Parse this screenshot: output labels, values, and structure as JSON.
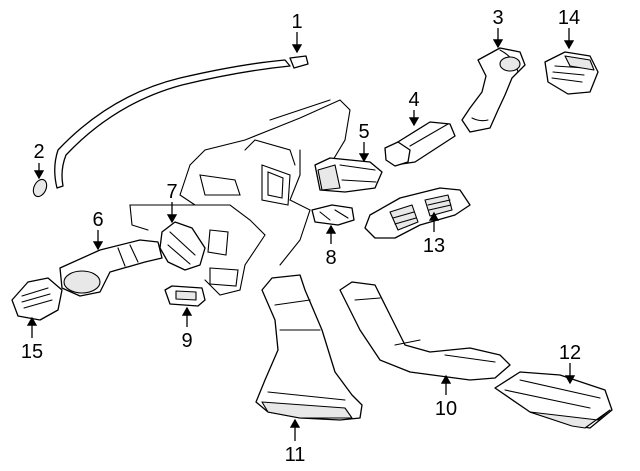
{
  "diagram": {
    "callouts": [
      {
        "id": "1",
        "label": "1"
      },
      {
        "id": "2",
        "label": "2"
      },
      {
        "id": "3",
        "label": "3"
      },
      {
        "id": "4",
        "label": "4"
      },
      {
        "id": "5",
        "label": "5"
      },
      {
        "id": "6",
        "label": "6"
      },
      {
        "id": "7",
        "label": "7"
      },
      {
        "id": "8",
        "label": "8"
      },
      {
        "id": "9",
        "label": "9"
      },
      {
        "id": "10",
        "label": "10"
      },
      {
        "id": "11",
        "label": "11"
      },
      {
        "id": "12",
        "label": "12"
      },
      {
        "id": "13",
        "label": "13"
      },
      {
        "id": "14",
        "label": "14"
      },
      {
        "id": "15",
        "label": "15"
      }
    ]
  }
}
